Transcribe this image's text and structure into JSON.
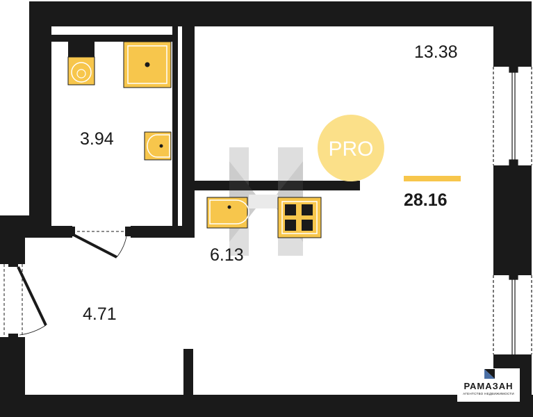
{
  "plan": {
    "rooms": {
      "bathroom": "3.94",
      "living_room": "13.38",
      "kitchen": "6.13",
      "hallway": "4.71"
    },
    "total_area": "28.16",
    "badge": "PRO",
    "brand": {
      "name": "РАМАЗАН",
      "tagline": "АГЕНТСТВО НЕДВИЖИМОСТИ"
    }
  },
  "colors": {
    "wall": "#1a1a1a",
    "fixture_fill": "#f7c64c",
    "accent": "#f7c64c",
    "pro_circle": "#fbe089"
  }
}
